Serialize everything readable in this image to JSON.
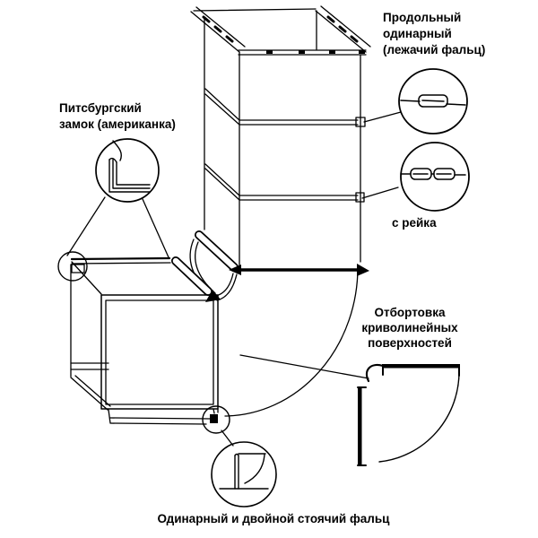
{
  "figure": {
    "labels": {
      "longitudinal_seam": "Продольный\nодинарный\n(лежачий фальц)",
      "pittsburgh_lock": "Питсбургский\nзамок (американка)",
      "batten_seam": "с рейка",
      "flanging": "Отбортовка\nкриволинейных\nповерхностей",
      "standing_seam": "Одинарный и двойной стоячий фальц"
    },
    "colors": {
      "ink": "#000000",
      "background": "#ffffff"
    }
  }
}
